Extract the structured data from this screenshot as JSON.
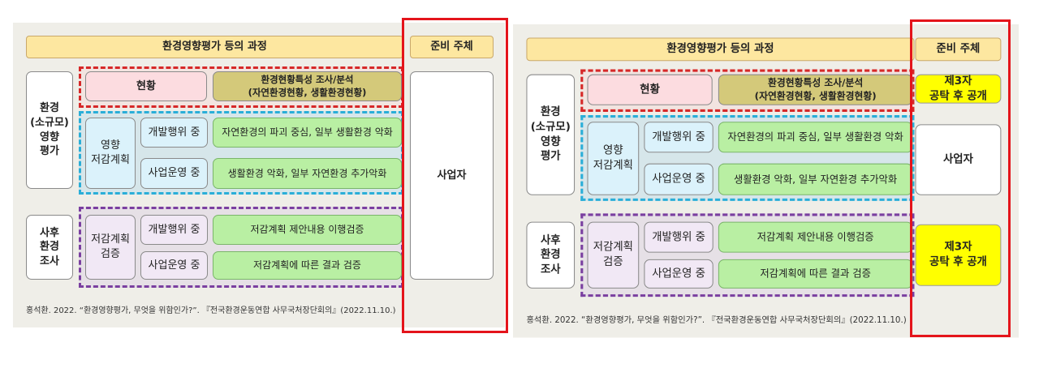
{
  "header": {
    "process": "환경영향평가 등의 과정",
    "preparer": "준비 주체"
  },
  "sections": {
    "eia": "환경\n(소규모)\n영향\n평가",
    "post": "사후\n환경\n조사"
  },
  "status": {
    "label": "현황",
    "desc": "환경현황특성 조사/분석\n(자연환경현황, 생활환경현황)"
  },
  "mitigation": {
    "label": "영향\n저감계획",
    "rows": [
      {
        "phase": "개발행위 중",
        "desc": "자연환경의 파괴 중심, 일부 생활환경 악화"
      },
      {
        "phase": "사업운영 중",
        "desc": "생활환경 악화, 일부 자연환경 추가악화"
      }
    ]
  },
  "verification": {
    "label": "저감계획\n검증",
    "rows": [
      {
        "phase": "개발행위 중",
        "desc": "저감계획 제안내용 이행검증"
      },
      {
        "phase": "사업운영 중",
        "desc": "저감계획에 따른 결과 검증"
      }
    ]
  },
  "before": {
    "preparer": "사업자"
  },
  "after": {
    "status_preparer": "제3자\n공탁 후 공개",
    "mitigation_preparer": "사업자",
    "post_preparer": "제3자\n공탁 후 공개"
  },
  "citation": "홍석환. 2022. “환경영향평가, 무엇을 위함인가?”. 『전국환경운동연합 사무국처장단회의』(2022.11.10.)",
  "colors": {
    "highlight": "#e4141b",
    "third_party": "#ffff00"
  }
}
